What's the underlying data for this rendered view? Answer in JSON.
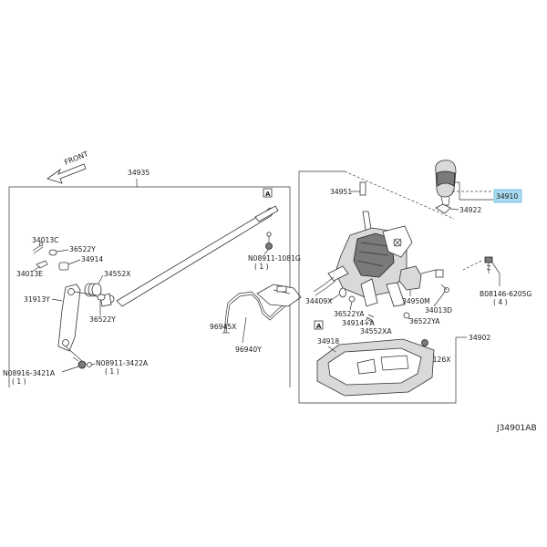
{
  "front_label": "FRONT",
  "diagram_code": "J34901AB",
  "ref_marker": "A",
  "highlight_color": "#a9dcf2",
  "parts": {
    "p34935": "34935",
    "p34013C": "34013C",
    "p36522Y_a": "36522Y",
    "p34914": "34914",
    "p34013E": "34013E",
    "p34552X": "34552X",
    "p31913Y": "31913Y",
    "p36522Y_b": "36522Y",
    "p08911_1081G": "N08911-1081G",
    "p08911_1081G_qty": "( 1 )",
    "p96945X": "96945X",
    "p96940Y": "96940Y",
    "p08916_3421A": "N08916-3421A",
    "p08916_3421A_qty": "( 1 )",
    "p08911_3422A": "N08911-3422A",
    "p08911_3422A_qty": "( 1 )",
    "p34951": "34951",
    "p34922": "34922",
    "p34910": "34910",
    "p34409X": "34409X",
    "p36522YA_a": "36522YA",
    "p34914A": "34914+A",
    "p34552XA": "34552XA",
    "p34950M": "34950M",
    "p34013D": "34013D",
    "p36522YA_b": "36522YA",
    "p34918": "34918",
    "p34126X": "34126X",
    "p34902": "34902",
    "p08146_6205G": "B08146-6205G",
    "p08146_6205G_qty": "( 4 )"
  }
}
